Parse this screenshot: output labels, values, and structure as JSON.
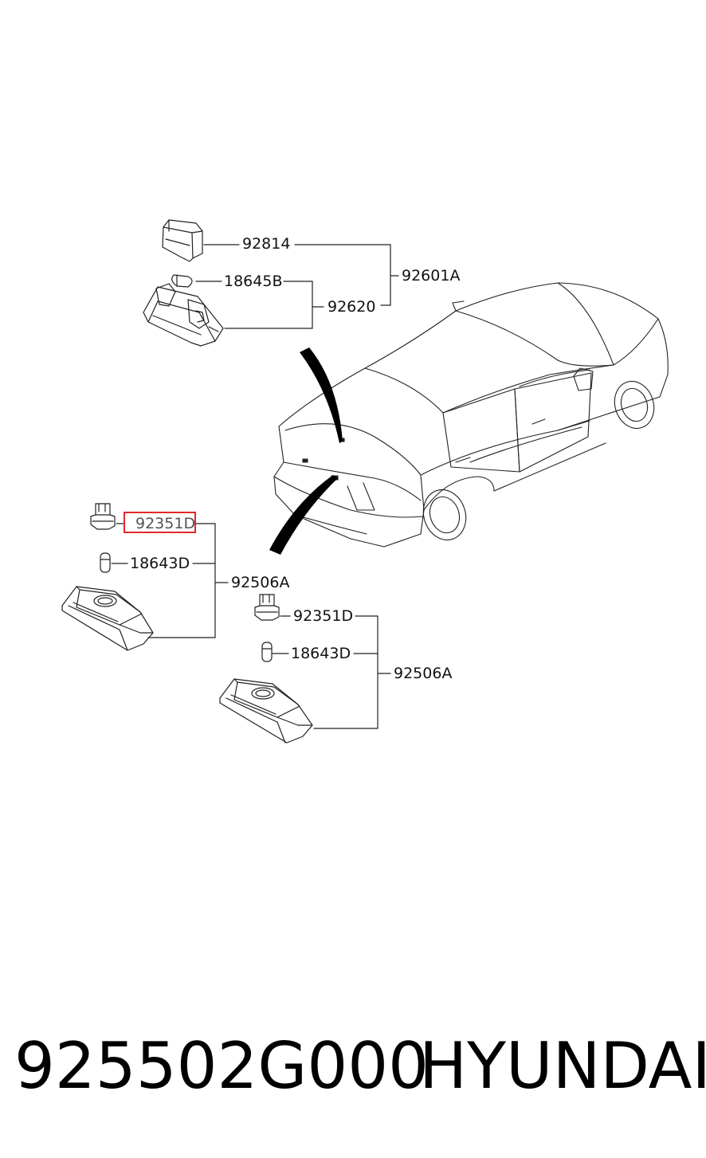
{
  "labels": {
    "p92814": "92814",
    "p92601A": "92601A",
    "p18645B": "18645B",
    "p92620": "92620",
    "p92351D_a": "92351D",
    "p18643D_a": "18643D",
    "p92506A_a": "92506A",
    "p92351D_b": "92351D",
    "p18643D_b": "18643D",
    "p92506A_b": "92506A"
  },
  "footer": {
    "part_number": "925502G000",
    "brand": "HYUNDAI"
  },
  "highlight_color": "#e0282d"
}
